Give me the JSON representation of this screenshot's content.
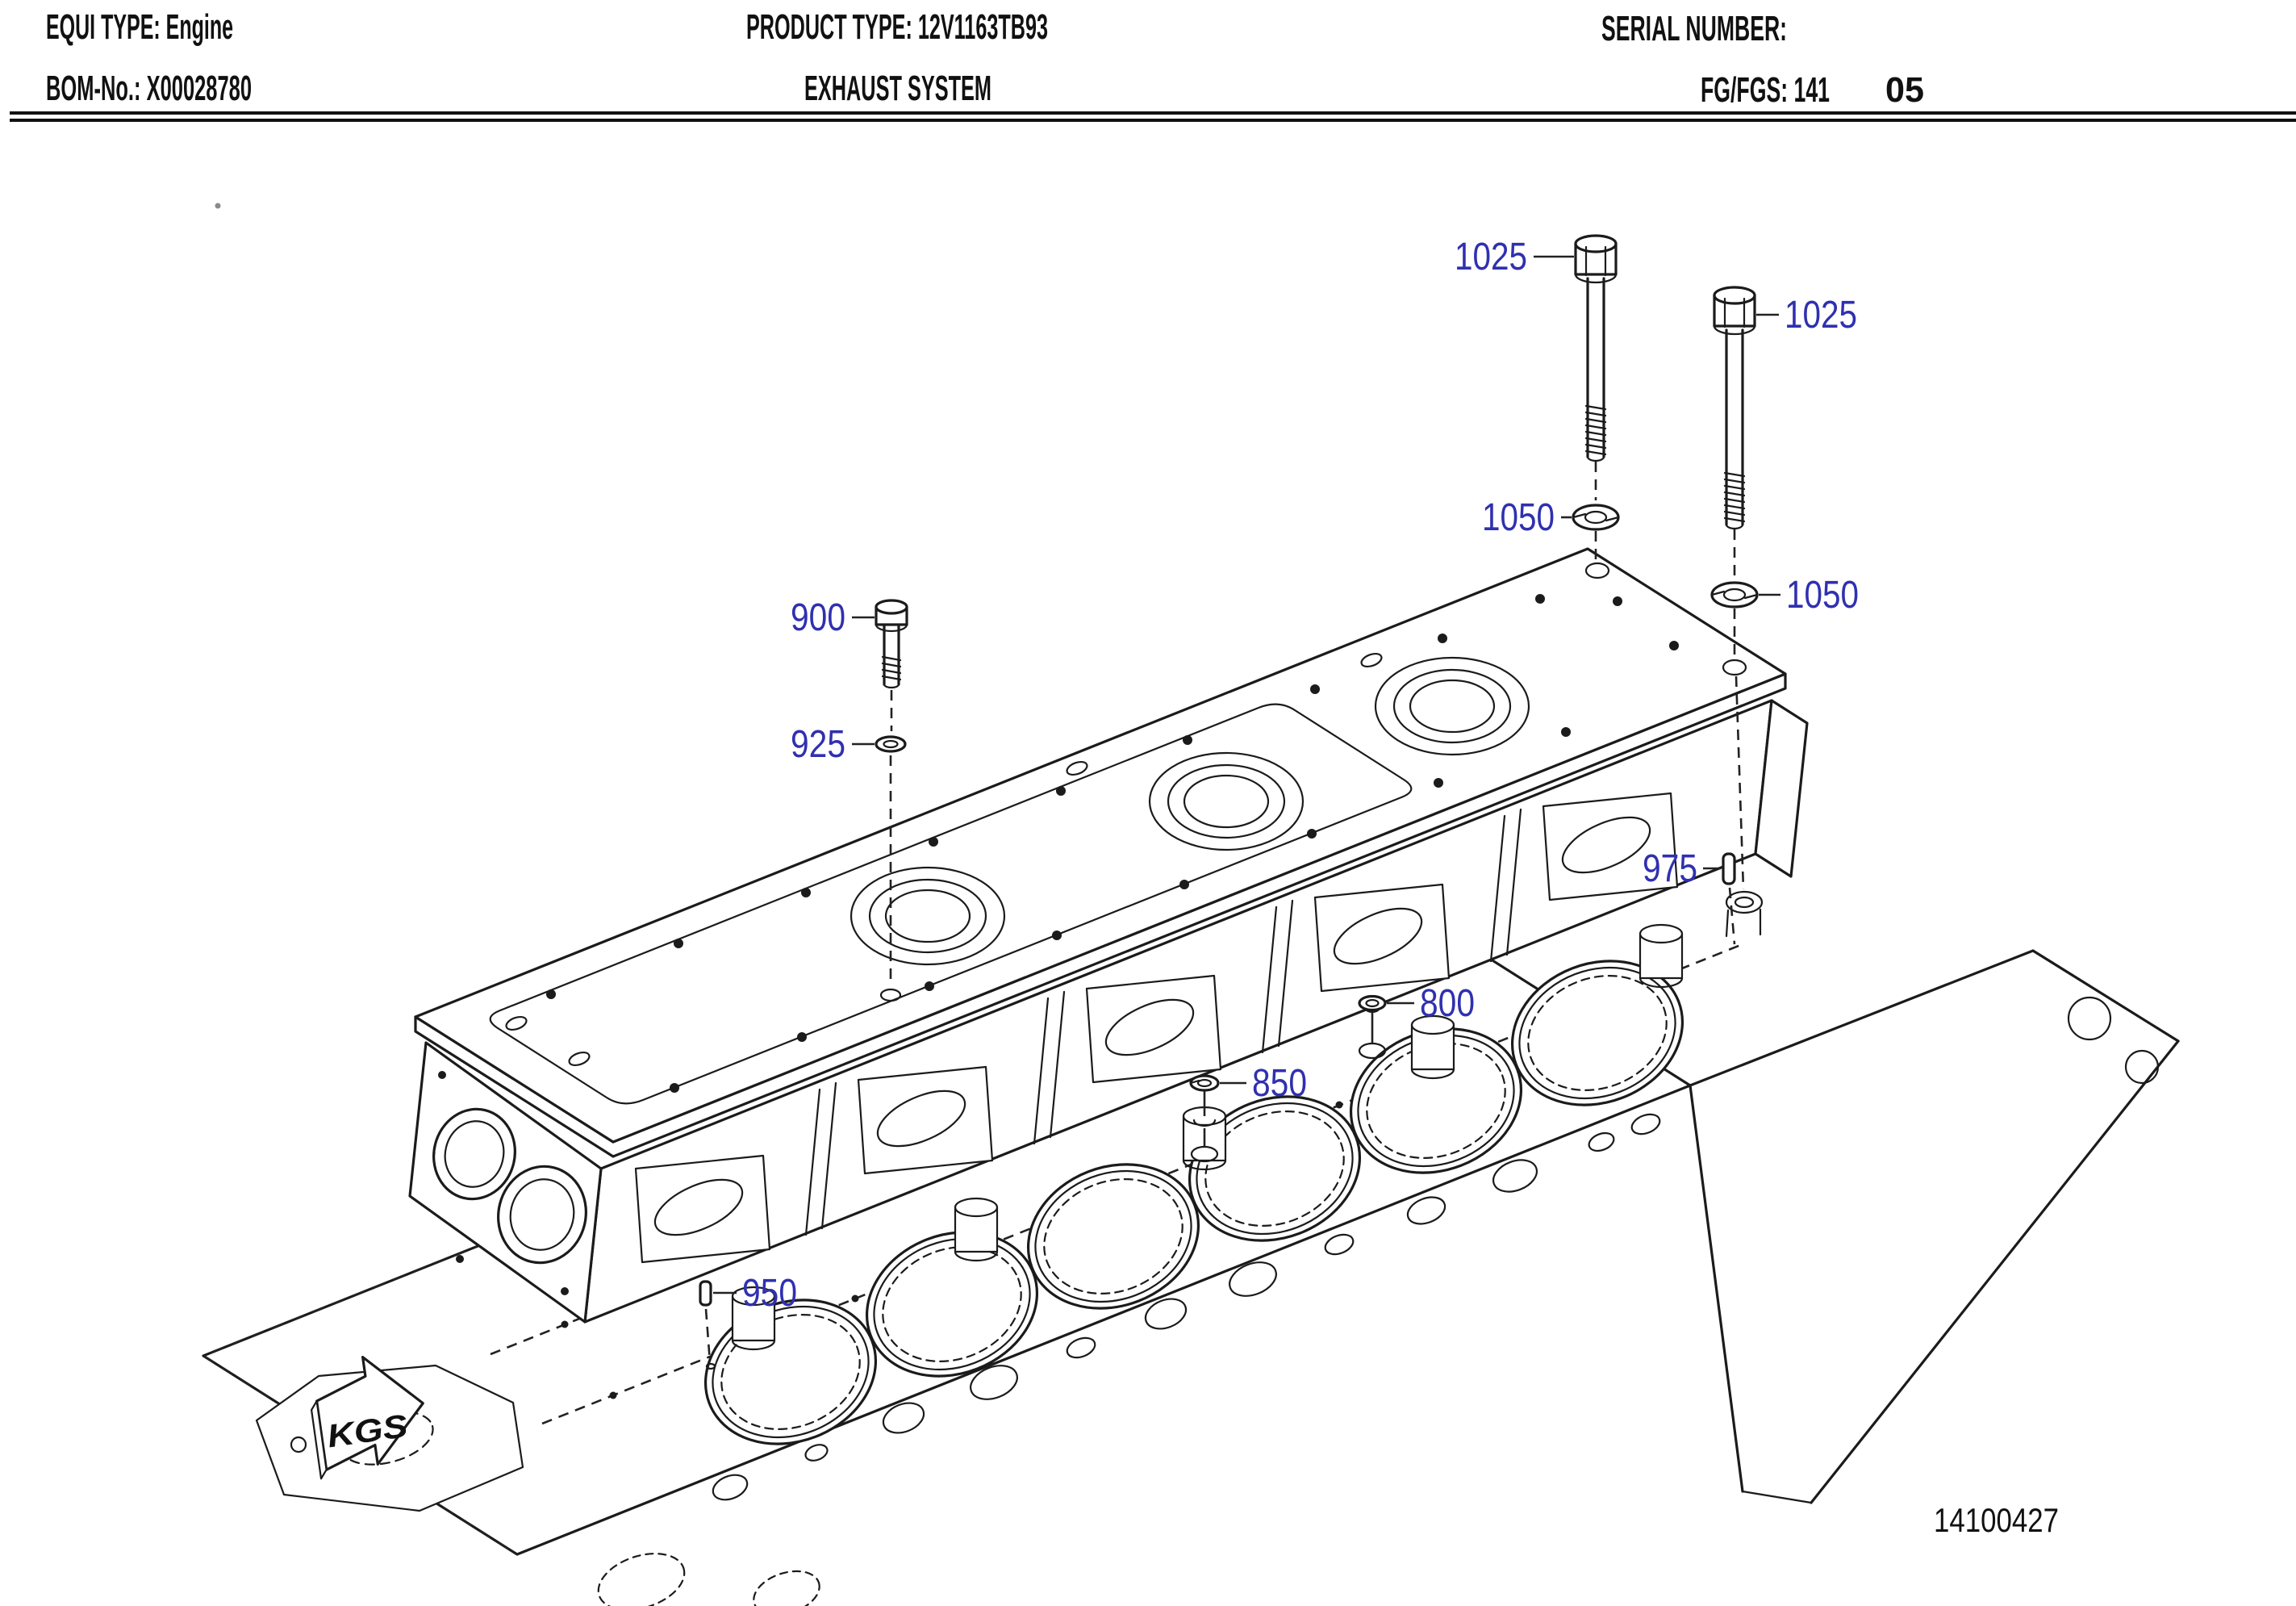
{
  "header": {
    "equi_type": "EQUI TYPE: Engine",
    "product_type": "PRODUCT TYPE: 12V1163TB93",
    "serial_number": "SERIAL NUMBER:",
    "bom_no": "BOM-No.: X00028780",
    "system_title": "EXHAUST SYSTEM",
    "fg_fgs": "FG/FGS: 141",
    "fg_fgs_suffix": "05"
  },
  "callouts": {
    "bolt_long_left": "1025",
    "bolt_long_right": "1025",
    "washer_lock_left": "1050",
    "washer_lock_right": "1050",
    "bolt_short": "900",
    "washer_small": "925",
    "pin_right": "975",
    "plug_screw": "800",
    "washer_mid": "850",
    "dowel_pin": "950"
  },
  "figure": {
    "drawing_number": "14100427",
    "direction_arrow_label": "KGS"
  },
  "colors": {
    "callout_blue": "#3030b0",
    "line_black": "#1b1b1b"
  }
}
